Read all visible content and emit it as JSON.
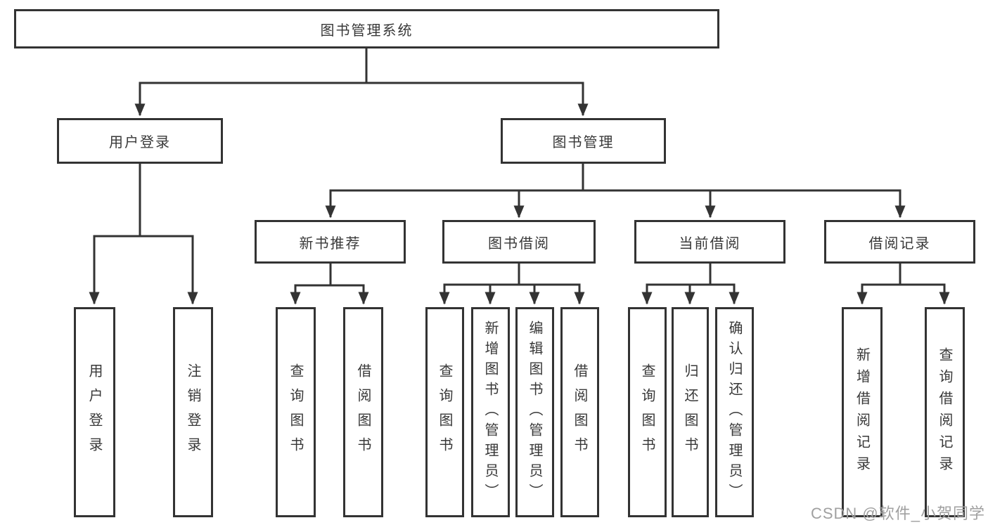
{
  "tree": {
    "root": {
      "label": "图书管理系统"
    },
    "login": {
      "label": "用户登录",
      "children": [
        {
          "label": "用户登录"
        },
        {
          "label": "注销登录"
        }
      ]
    },
    "mgmt": {
      "label": "图书管理",
      "sections": [
        {
          "label": "新书推荐",
          "children": [
            {
              "label": "查询图书"
            },
            {
              "label": "借阅图书"
            }
          ]
        },
        {
          "label": "图书借阅",
          "children": [
            {
              "label": "查询图书"
            },
            {
              "label": "新增图书（管理员）"
            },
            {
              "label": "编辑图书（管理员）"
            },
            {
              "label": "借阅图书"
            }
          ]
        },
        {
          "label": "当前借阅",
          "children": [
            {
              "label": "查询图书"
            },
            {
              "label": "归还图书"
            },
            {
              "label": "确认归还（管理员）"
            }
          ]
        },
        {
          "label": "借阅记录",
          "children": [
            {
              "label": "新增借阅记录"
            },
            {
              "label": "查询借阅记录"
            }
          ]
        }
      ]
    }
  },
  "watermark": {
    "text": "CSDN @软件_小贺同学"
  },
  "colors": {
    "line": "#333333",
    "text": "#383838",
    "watermark": "#a0a0a0",
    "background": "#ffffff"
  }
}
